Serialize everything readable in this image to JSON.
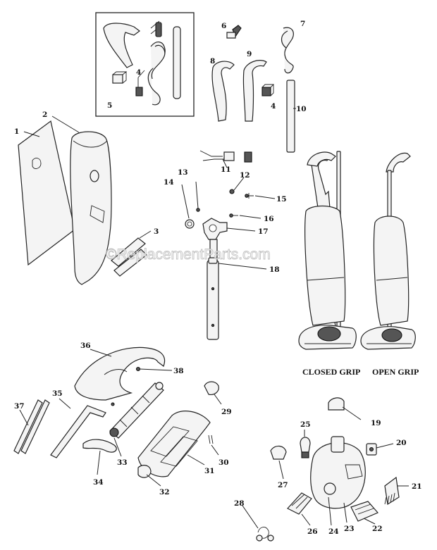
{
  "watermark": "©ReplacementParts.com",
  "captions": {
    "closed": "CLOSED GRIP",
    "open": "OPEN GRIP"
  },
  "part_labels": [
    "1",
    "2",
    "3",
    "4",
    "4",
    "5",
    "6",
    "7",
    "8",
    "9",
    "10",
    "11",
    "12",
    "13",
    "14",
    "15",
    "16",
    "17",
    "18",
    "19",
    "20",
    "21",
    "22",
    "23",
    "24",
    "25",
    "26",
    "27",
    "28",
    "29",
    "30",
    "31",
    "32",
    "33",
    "34",
    "35",
    "36",
    "37",
    "38"
  ]
}
